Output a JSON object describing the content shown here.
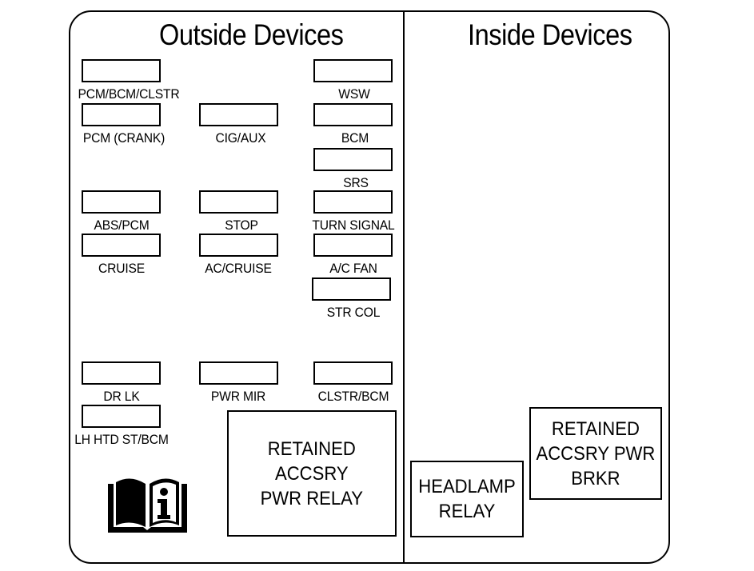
{
  "headings": {
    "outside": "Outside Devices",
    "inside": "Inside Devices"
  },
  "fuses": {
    "pcm_bcm_clstr": "PCM/BCM/CLSTR",
    "wsw": "WSW",
    "pcm_crank": "PCM (CRANK)",
    "cig_aux": "CIG/AUX",
    "bcm": "BCM",
    "srs": "SRS",
    "abs_pcm": "ABS/PCM",
    "stop": "STOP",
    "turn_signal": "TURN SIGNAL",
    "cruise": "CRUISE",
    "ac_cruise": "AC/CRUISE",
    "ac_fan": "A/C FAN",
    "str_col": "STR COL",
    "dr_lk": "DR LK",
    "pwr_mir": "PWR MIR",
    "clstr_bcm": "CLSTR/BCM",
    "lh_htd_st_bcm": "LH HTD ST/BCM"
  },
  "relays": {
    "retained_accsry_pwr_relay": "RETAINED\nACCSRY\nPWR RELAY",
    "headlamp_relay": "HEADLAMP\nRELAY",
    "retained_accsry_pwr_brkr": "RETAINED\nACCSRY PWR\nBRKR"
  },
  "icons": {
    "manual": "info-book-icon"
  }
}
